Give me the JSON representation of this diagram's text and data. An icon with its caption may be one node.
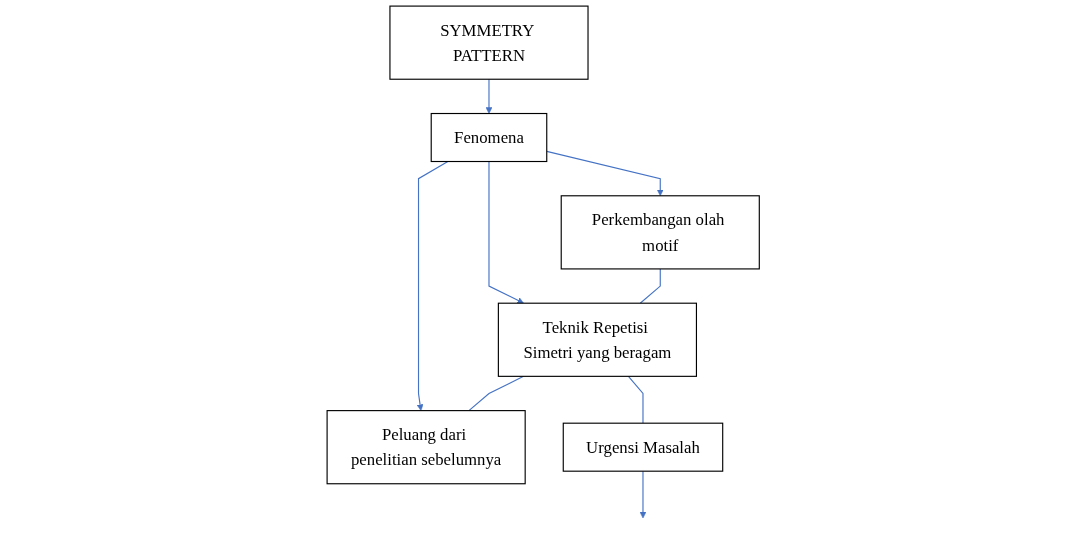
{
  "diagram": {
    "nodes": [
      {
        "text": [
          "SYMMETRY PATTERN"
        ]
      },
      {
        "text": [
          "Fenomena"
        ]
      },
      {
        "text": [
          "Perkembangan olah motif"
        ]
      },
      {
        "text": [
          "Teknik Repetisi Simetri yang beragam"
        ]
      },
      {
        "text": [
          "Peluang dari penelitian sebelumnya"
        ]
      },
      {
        "text": [
          "Urgensi Masalah"
        ]
      }
    ],
    "edges": [
      {
        "from": 0,
        "to": 1,
        "arrow": "to"
      },
      {
        "from": 1,
        "to": 2,
        "arrow": "to"
      },
      {
        "from": 1,
        "to": 3,
        "arrow": "to"
      },
      {
        "from": 1,
        "to": 4,
        "arrow": "to"
      },
      {
        "from": 2,
        "to": 3,
        "arrow": "none"
      },
      {
        "from": 3,
        "to": 4,
        "arrow": "none"
      },
      {
        "from": 3,
        "to": 5,
        "arrow": "none"
      },
      {
        "from": 5,
        "to": null,
        "arrow": "to"
      }
    ]
  }
}
